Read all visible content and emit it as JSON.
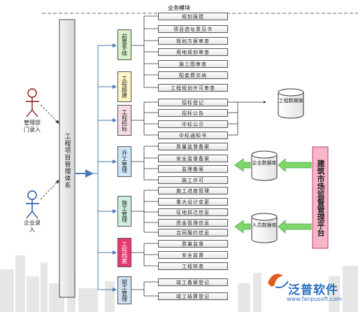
{
  "header": {
    "title": "业务模块"
  },
  "actors": [
    {
      "label": "管理部门录入",
      "color": "#8b1a1a"
    },
    {
      "label": "企业录入",
      "color": "#1b4fa0"
    }
  ],
  "central": {
    "label": "工程项目管理体系"
  },
  "phases": [
    {
      "label": "前置手续",
      "color": "#d9f0c8",
      "items": [
        "规划报建",
        "项目选址意见书",
        "规划方案审查",
        "用地规划审查",
        "施工图审查",
        "配套费交纳",
        "工程规划许可审查"
      ]
    },
    {
      "label": "工程报建",
      "color": "#fff6c8",
      "items": []
    },
    {
      "label": "工程招标",
      "color": "#f6dbe4",
      "items": [
        "招标登记",
        "招标公告",
        "中标公示",
        "中标通知书"
      ]
    },
    {
      "label": "开工管理",
      "color": "#cde6f7",
      "items": [
        "质量监督备案",
        "安全监督备案",
        "监理备案",
        "施工许可"
      ]
    },
    {
      "label": "施工管理",
      "color": "#cfeede",
      "items": [
        "施工进度管理",
        "重大设计变更",
        "征地拆迁信息",
        "资金管理信息",
        "合同履约信息"
      ]
    },
    {
      "label": "工程档案",
      "color": "#e83a6e",
      "items": [
        "质量监督",
        "安全监督",
        "工程核查"
      ]
    },
    {
      "label": "竣工管理",
      "color": "#cfe0f3",
      "items": [
        "竣工备案登记",
        "竣工结算登记"
      ]
    }
  ],
  "databases": [
    {
      "label": "工程数据库"
    },
    {
      "label": "企业数据库"
    },
    {
      "label": "人员数据库"
    }
  ],
  "platform": {
    "label": "建筑市场监督管理平台",
    "color": "#f7b5c8"
  },
  "logo": {
    "text": "泛普软件",
    "url": "www.fanpusoft.com"
  }
}
